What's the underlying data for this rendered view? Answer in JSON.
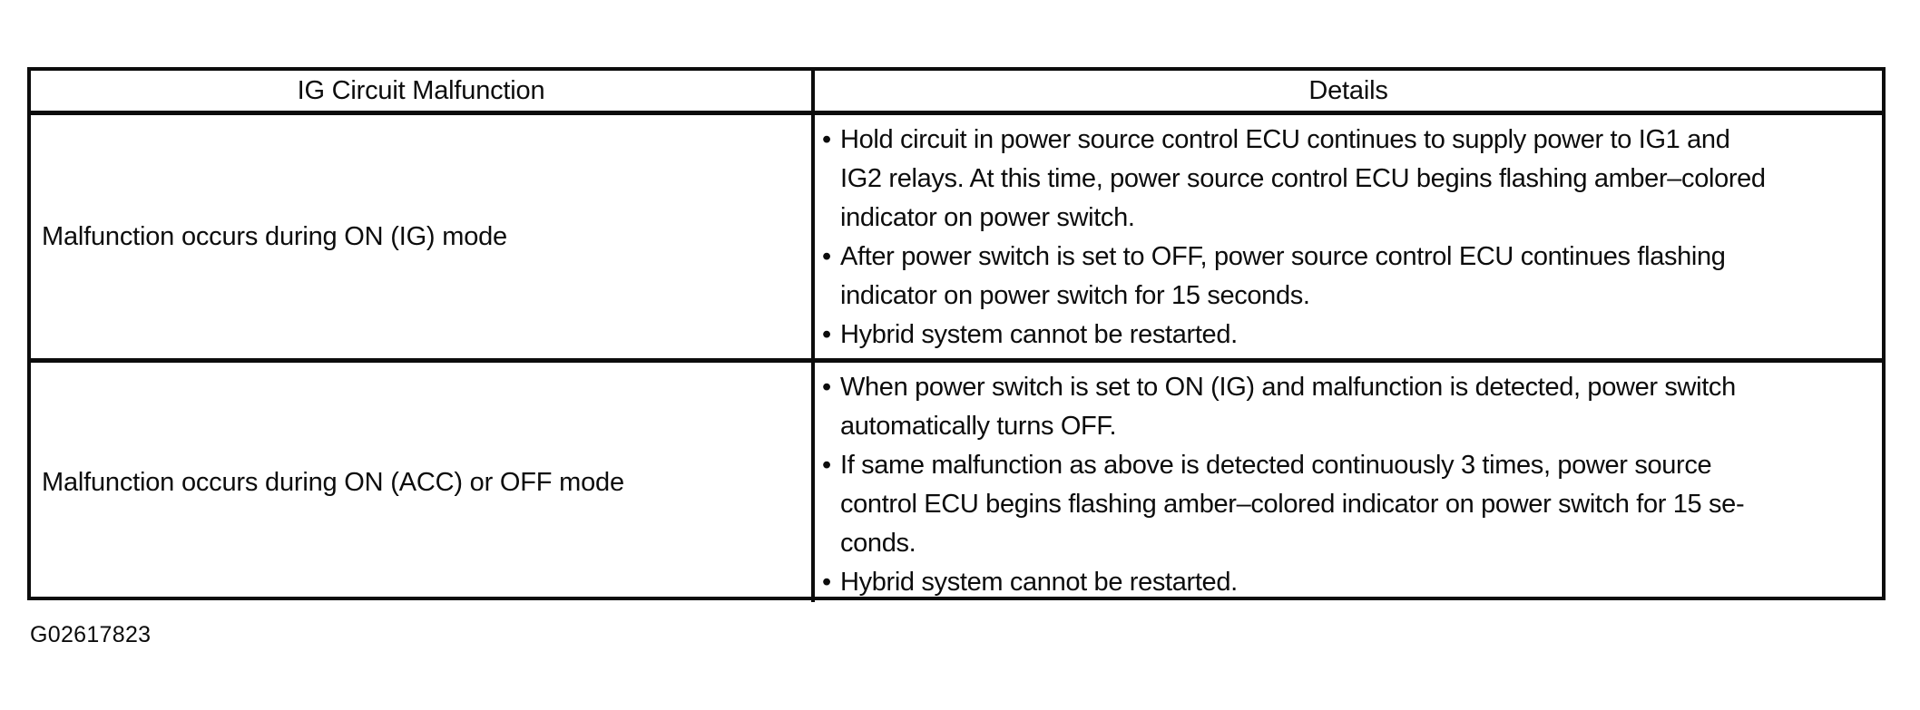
{
  "page": {
    "background": "#ffffff",
    "text_color": "#0c0c0c",
    "figure_id": "G02617823"
  },
  "table": {
    "bullet_glyph": "•",
    "border_color": "#0c0c0c",
    "headers": [
      {
        "label": "IG Circuit Malfunction"
      },
      {
        "label": "Details"
      }
    ],
    "rows": [
      {
        "malfunction": "Malfunction occurs during ON (IG) mode",
        "details": [
          {
            "lines": [
              "Hold circuit in power source control ECU continues to supply power to IG1 and",
              "IG2 relays. At this time, power source control ECU begins flashing amber–colored",
              "indicator on power switch."
            ]
          },
          {
            "lines": [
              "After power switch is set to OFF, power source control ECU continues flashing",
              "indicator on power switch for 15 seconds."
            ]
          },
          {
            "lines": [
              "Hybrid system cannot be restarted."
            ]
          }
        ]
      },
      {
        "malfunction": "Malfunction occurs during ON (ACC) or OFF mode",
        "details": [
          {
            "lines": [
              "When power switch is set to ON (IG) and malfunction is detected, power switch",
              "automatically turns OFF."
            ]
          },
          {
            "lines": [
              "If same malfunction as above is detected continuously 3 times, power source",
              "control ECU begins flashing amber–colored indicator on power switch for 15 se-",
              "conds."
            ]
          },
          {
            "lines": [
              "Hybrid system cannot be restarted."
            ]
          }
        ]
      }
    ]
  }
}
